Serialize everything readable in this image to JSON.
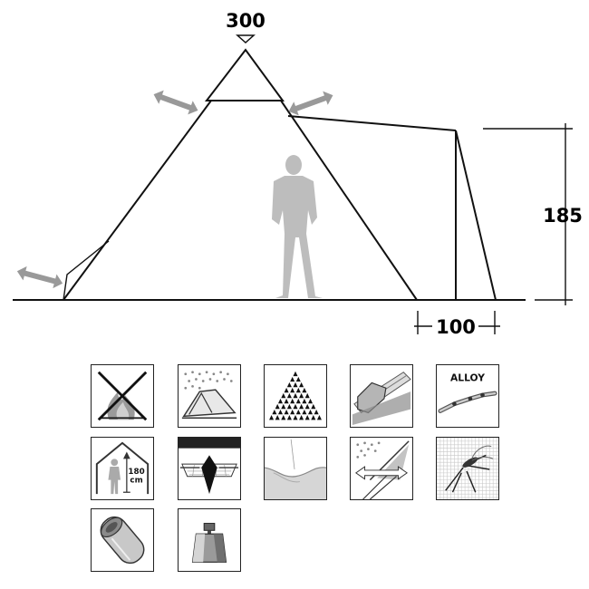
{
  "dimensions": {
    "peak_height_label": "300",
    "side_height_label": "185",
    "extension_label": "100"
  },
  "icons": [
    {
      "name": "fire-retardant-icon"
    },
    {
      "name": "waterproof-tent-icon"
    },
    {
      "name": "pegs-icon"
    },
    {
      "name": "taped-seams-icon"
    },
    {
      "name": "alloy-poles-icon",
      "label": "ALLOY"
    },
    {
      "name": "standing-height-icon",
      "label_line1": "180",
      "label_line2": "cm"
    },
    {
      "name": "sewn-in-groundsheet-icon"
    },
    {
      "name": "groundsheet-icon"
    },
    {
      "name": "ventilation-icon"
    },
    {
      "name": "mosquito-net-icon"
    },
    {
      "name": "pack-bag-icon"
    },
    {
      "name": "weight-icon"
    }
  ]
}
